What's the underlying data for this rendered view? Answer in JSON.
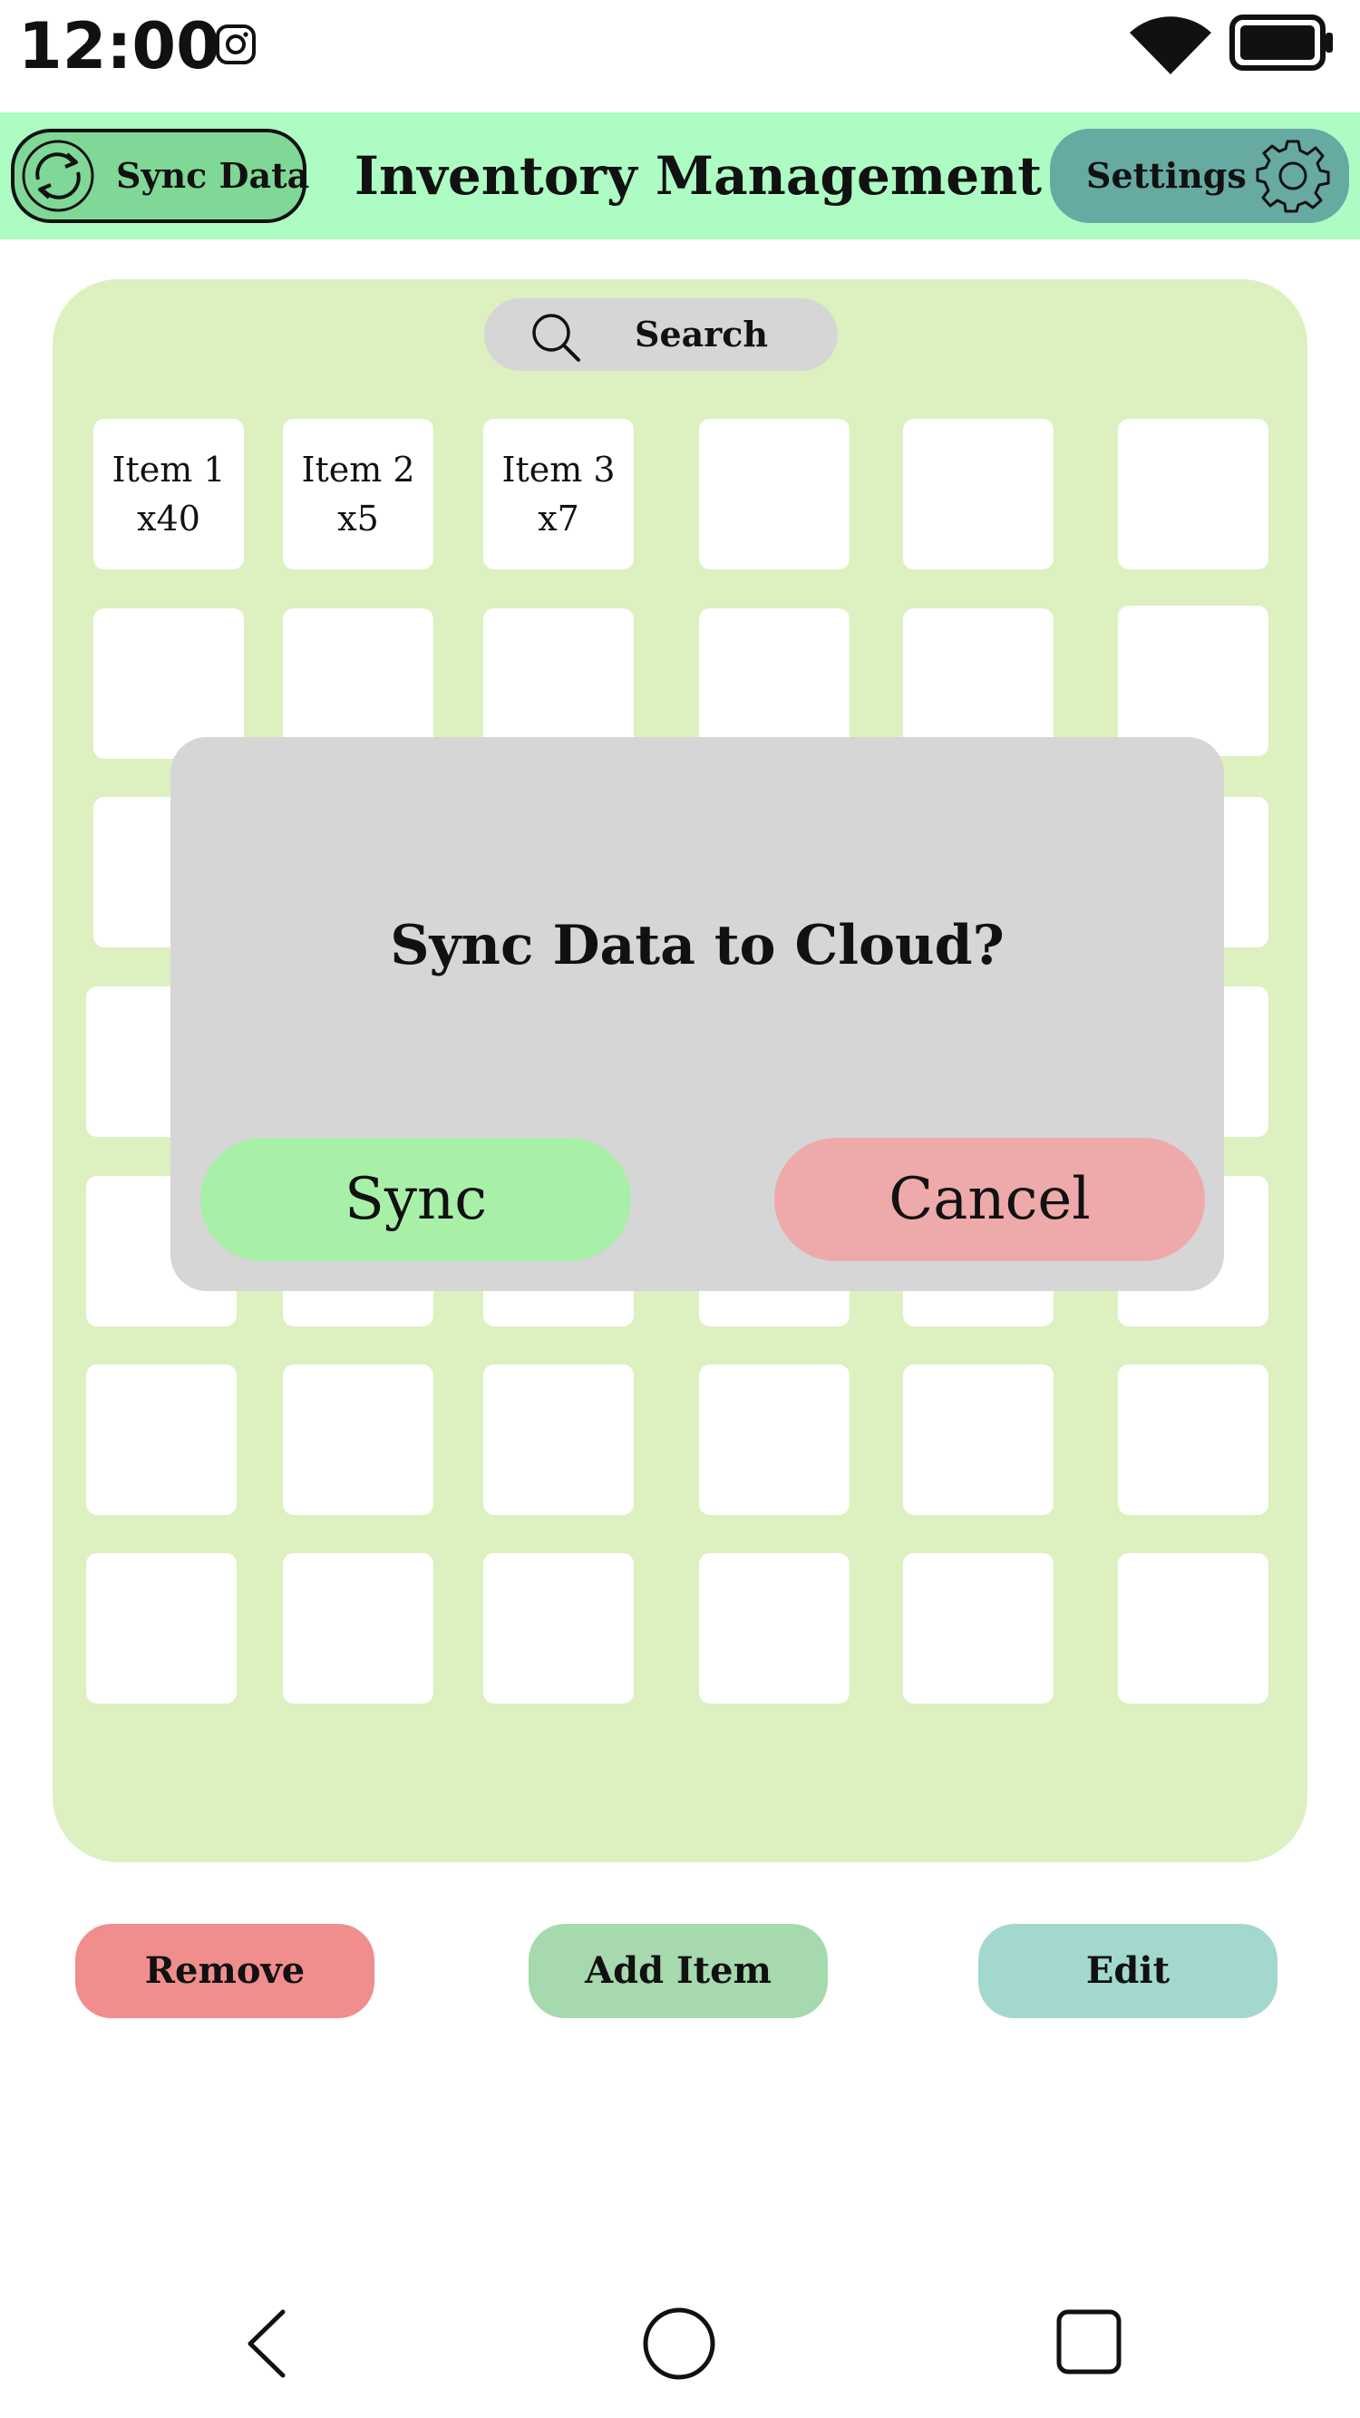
{
  "status_bar": {
    "time": "12:00",
    "notification_icon": "camera-icon",
    "wifi_icon": "wifi-icon",
    "battery_icon": "battery-icon"
  },
  "header": {
    "title": "Inventory Management",
    "sync_button_label": "Sync Data",
    "sync_button_icon": "refresh-icon",
    "settings_button_label": "Settings",
    "settings_button_icon": "gear-icon",
    "background_color": "#adfcc4"
  },
  "search": {
    "label": "Search",
    "icon": "search-icon"
  },
  "inventory": {
    "items": [
      {
        "name": "Item 1",
        "count": "x40"
      },
      {
        "name": "Item 2",
        "count": "x5"
      },
      {
        "name": "Item 3",
        "count": "x7"
      }
    ],
    "panel_color": "#dcf0c0"
  },
  "dialog": {
    "title": "Sync Data to Cloud?",
    "confirm_label": "Sync",
    "cancel_label": "Cancel",
    "confirm_color": "#a8f0a8",
    "cancel_color": "#eeaaaa"
  },
  "actions": {
    "remove_label": "Remove",
    "add_label": "Add Item",
    "edit_label": "Edit",
    "remove_color": "#f08e8e",
    "add_color": "#a6d9ad",
    "edit_color": "#a3d8ce"
  },
  "navigation": {
    "back_icon": "back-icon",
    "home_icon": "home-icon",
    "recent_icon": "recent-apps-icon"
  }
}
